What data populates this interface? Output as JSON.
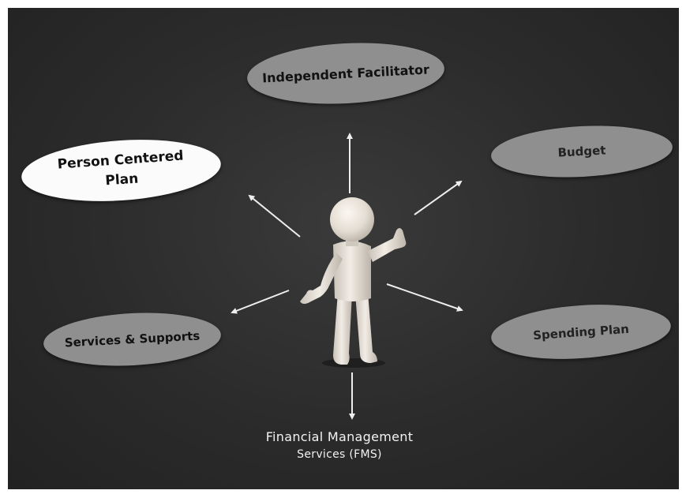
{
  "diagram": {
    "nodes": {
      "independent_facilitator": "Independent Facilitator",
      "person_centered_plan_line1": "Person Centered",
      "person_centered_plan_line2": "Plan",
      "budget": "Budget",
      "services_supports": "Services & Supports",
      "spending_plan": "Spending Plan",
      "fms_line1": "Financial Management",
      "fms_line2": "Services (FMS)"
    },
    "colors": {
      "background": "#2b2b2b",
      "bubble_gray": "#8f8f8f",
      "bubble_white": "#fbfbfb",
      "arrow": "#eeeeee"
    },
    "central_figure": "person-figure-presenting"
  }
}
